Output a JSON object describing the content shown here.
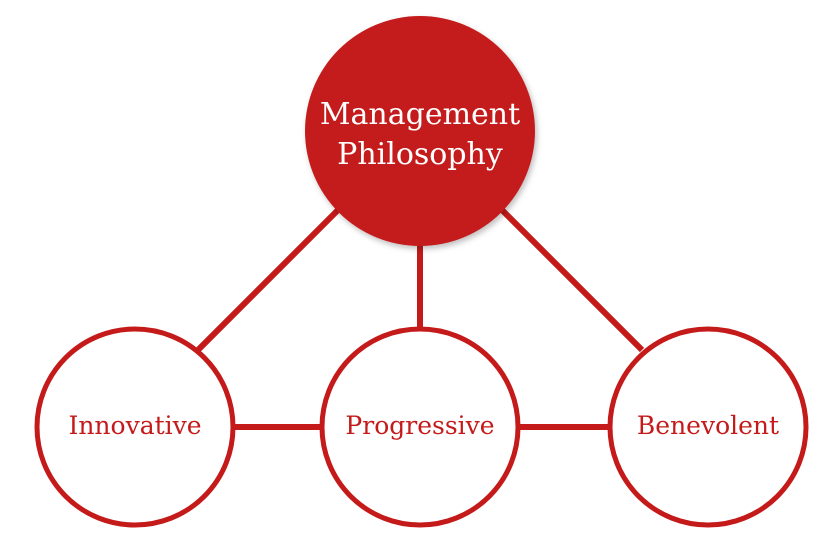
{
  "center": {
    "line1": "Management",
    "line2": "Philosophy"
  },
  "nodes": {
    "innovative": "Innovative",
    "progressive": "Progressive",
    "benevolent": "Benevolent"
  },
  "colors": {
    "primary_red": "#c41a1a",
    "background": "#ffffff"
  }
}
